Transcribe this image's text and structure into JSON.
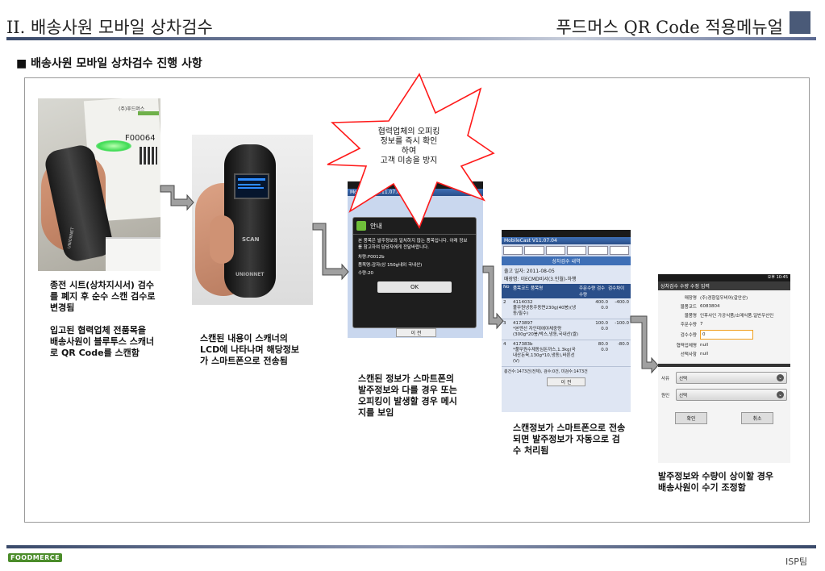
{
  "header": {
    "left_title": "II. 배송사원 모바일 상차검수",
    "right_title": "푸드머스 QR Code 적용메뉴얼"
  },
  "subtitle": "■ 배송사원 모바일 상차검수 진행 사항",
  "callout": {
    "lines": [
      "협력업체의 오피킹",
      "정보를 즉시 확인",
      "하여",
      "고객 미송을 방지"
    ]
  },
  "steps": [
    {
      "captions": [
        "종전 시트(상차지시서) 검수를 폐지 후 순수 스캔 검수로 변경됨",
        "입고된 협력업체 전품목을 배송사원이 블루투스 스캐너로 QR Code를 스캔함"
      ],
      "photo_text": {
        "company": "(주)푸드머스",
        "code": "F00064",
        "brand": "UNIONNET"
      }
    },
    {
      "captions": [
        "스캔된 내용이 스캐너의 LCD에 나타나며 해당정보가 스마트폰으로 전송됨"
      ],
      "photo_text": {
        "button": "SCAN",
        "brand": "UNIONNET"
      }
    },
    {
      "captions": [
        "스캔된 정보가 스마트폰의 발주정보와 다를 경우 또는 오피킹이 발생할 경우 메시지를 보임"
      ],
      "dialog": {
        "title": "안내",
        "message": "본 품목은 발주정보와 일치하지 않는 품목입니다. 아래 정보를 참고하여 담당자에게 전달바랍니다.",
        "vehicle": "차량:F0012b",
        "product": "품목명:감자(상 150g내외 국내산)",
        "qty": "수량:20",
        "ok": "OK"
      }
    },
    {
      "captions": [
        "스캔정보가 스마트폰으로 전송되면 발주정보가 자동으로 검수 처리됨"
      ],
      "app": {
        "title": "MobileCast V11.07.04",
        "section": "상차검수 내역",
        "date": "출고 일자: 2011-08-05",
        "store": "매장명: 이ECMD비서(3.인월)-하행",
        "cols": [
          "No",
          "품목코드 품목명",
          "주문수량 검수수량",
          "검수차이"
        ],
        "rows": [
          {
            "no": "2",
            "code": "4114032",
            "name": "풀무원냉동주동면230g(40봉)(냉동/필수)",
            "q1": "400.0",
            "q2": "0.0",
            "diff": "-400.0"
          },
          {
            "no": "3",
            "code": "4173897",
            "name": "*본엔선 자인데에야체중량 (300g*20봉/박스,냉동,국내산(쌀)",
            "q1": "100.0",
            "q2": "0.0",
            "diff": "-100.0"
          },
          {
            "no": "4",
            "code": "417383b",
            "name": "*풀무원수제동심돈까스,1.3kg(국내산돈육,130g*10,냉동),바른선(V)",
            "q1": "80.0",
            "q2": "0.0",
            "diff": "-80.0"
          }
        ],
        "footer": "총건수:1473건(전체), 검수:0건, 미검수:1473건",
        "button": "이 전"
      }
    },
    {
      "captions": [
        "발주정보와 수량이 상이할 경우 배송사원이 수기 조정함"
      ],
      "form": {
        "status_time": "오후 10:45",
        "title": "상차검수 수량 수정 입력",
        "fields": [
          {
            "label": "매장명",
            "value": "(주)경향일우비어(갈안산)"
          },
          {
            "label": "물품코드",
            "value": "6083804"
          },
          {
            "label": "물품명",
            "value": "인후사인 가공식품/소매식품.일반우산인"
          },
          {
            "label": "주문수량",
            "value": "7"
          },
          {
            "label": "검수수량",
            "value": "0"
          },
          {
            "label": "협력업체명",
            "value": "null"
          },
          {
            "label": "선택사항",
            "value": "null"
          }
        ],
        "selects": [
          {
            "label": "사유",
            "value": "선택"
          },
          {
            "label": "원인",
            "value": "선택"
          }
        ],
        "buttons": [
          "확인",
          "취소"
        ]
      }
    }
  ],
  "footer": {
    "logo": "FOODMERCE",
    "right": "ISP팀"
  }
}
